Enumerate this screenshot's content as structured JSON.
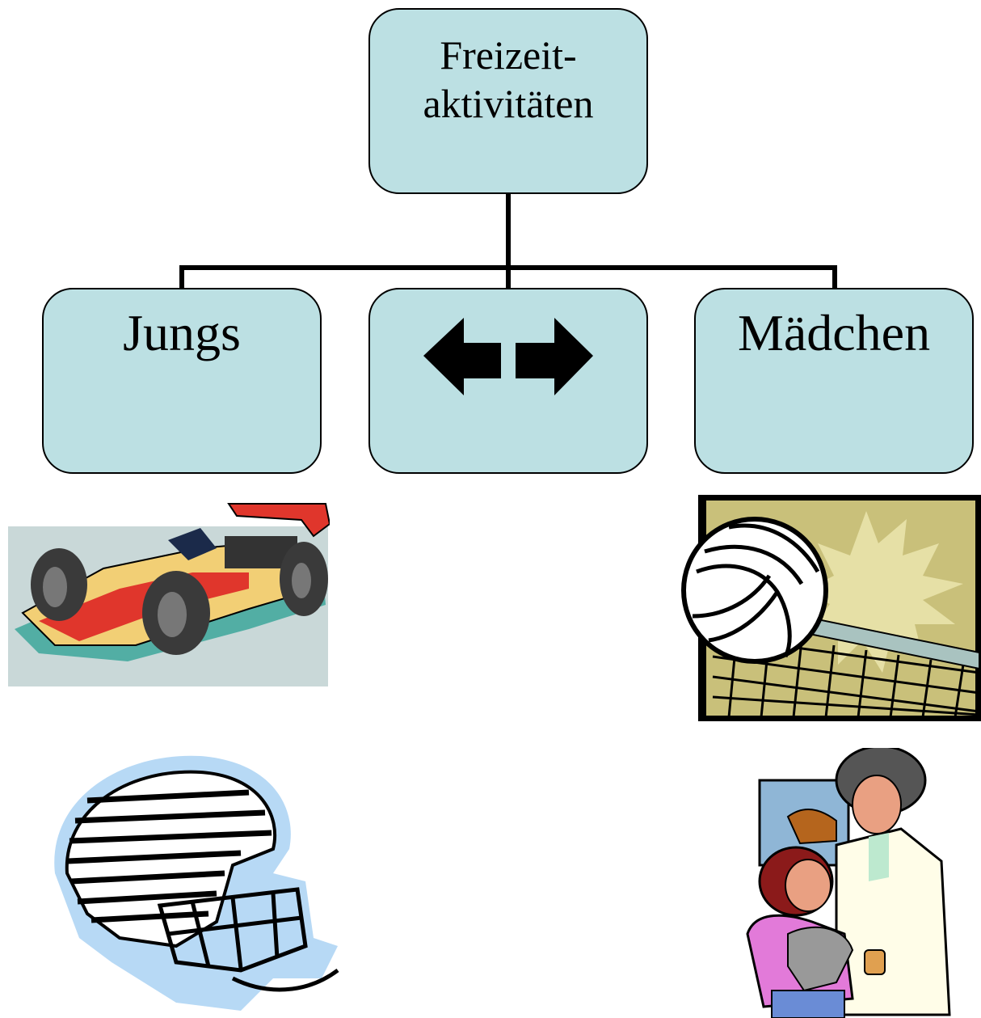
{
  "colors": {
    "box_fill": "#bce0e3",
    "line": "#000000"
  },
  "root": {
    "label": "Freizeit-\naktivitäten"
  },
  "children": [
    {
      "id": "left",
      "label": "Jungs"
    },
    {
      "id": "middle",
      "label": "",
      "icon": "left-right-arrows-icon"
    },
    {
      "id": "right",
      "label": "Mädchen"
    }
  ],
  "clipart": {
    "left": [
      "race-car",
      "football-helmet"
    ],
    "right": [
      "volleyball",
      "veterinarian-with-girl-and-cat"
    ]
  }
}
